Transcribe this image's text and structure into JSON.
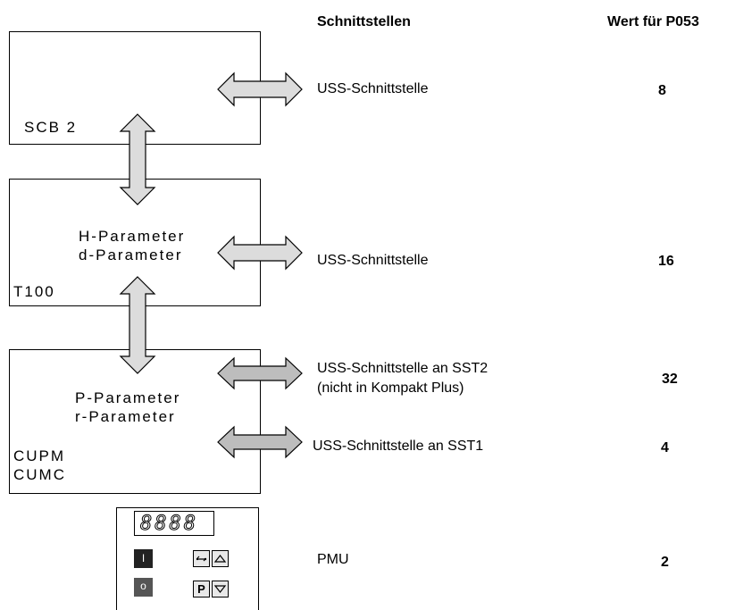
{
  "header": {
    "interfaces_title": "Schnittstellen",
    "value_title": "Wert für P053"
  },
  "boxes": {
    "scb2": {
      "label": "SCB 2"
    },
    "t100": {
      "label": "T100",
      "param_line1": "H-Parameter",
      "param_line2": "d-Parameter"
    },
    "cu": {
      "label_line1": "CUPM",
      "label_line2": "CUMC",
      "param_line1": "P-Parameter",
      "param_line2": "r-Parameter"
    }
  },
  "rows": [
    {
      "interface": "USS-Schnittstelle",
      "value": "8"
    },
    {
      "interface": "USS-Schnittstelle",
      "value": "16"
    },
    {
      "interface_line1": "USS-Schnittstelle an SST2",
      "interface_line2": "(nicht in Kompakt Plus)",
      "value": "32"
    },
    {
      "interface": "USS-Schnittstelle an SST1",
      "value": "4"
    },
    {
      "interface": "PMU",
      "value": "2"
    }
  ],
  "pmu": {
    "display": "8888",
    "key_on": "I",
    "key_off": "o",
    "key_p": "P"
  },
  "colors": {
    "arrow_fill": "#dcdcdc",
    "key_dark": "#222222",
    "line": "#000000"
  }
}
